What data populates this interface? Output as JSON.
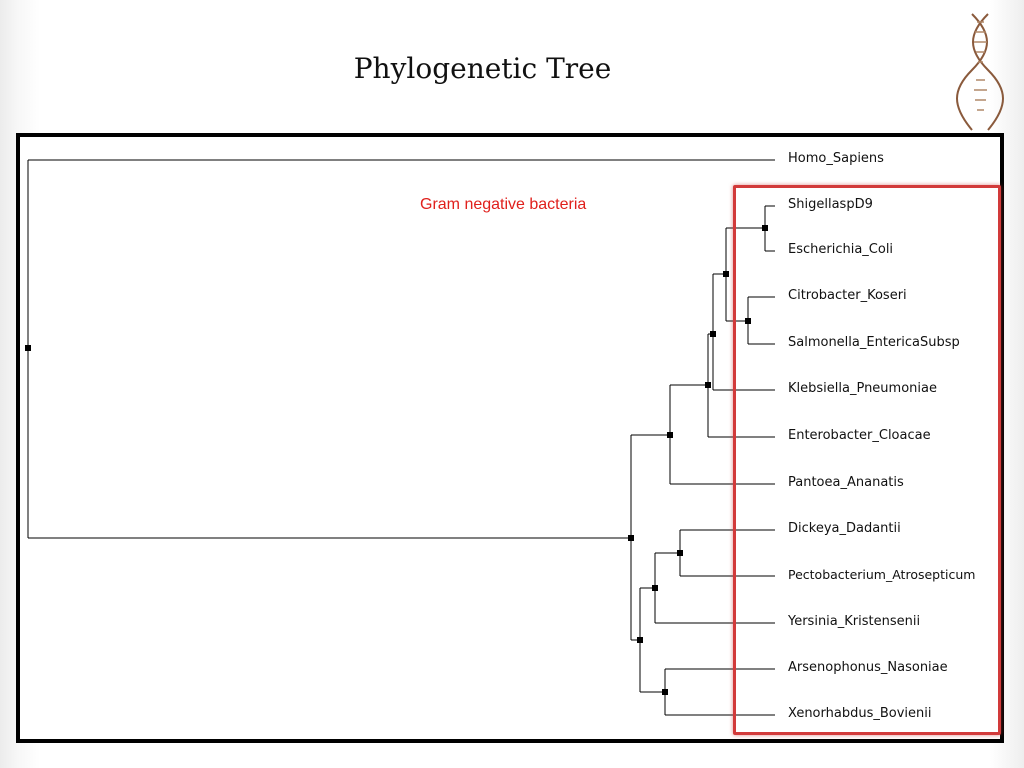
{
  "slide": {
    "title": "Phylogenetic Tree",
    "annotation": "Gram negative bacteria",
    "annotation_color": "#e0201c",
    "highlight_color": "#d23a3a",
    "logo_icon": "dna-helix-icon"
  },
  "tree": {
    "leaves": [
      "Homo_Sapiens",
      "ShigellaspD9",
      "Escherichia_Coli",
      "Citrobacter_Koseri",
      "Salmonella_EntericaSubsp",
      "Klebsiella_Pneumoniae",
      "Enterobacter_Cloacae",
      "Pantoea_Ananatis",
      "Dickeya_Dadantii",
      "Pectobacterium_Atrosepticum",
      "Yersinia_Kristensenii",
      "Arsenophonus_Nasoniae",
      "Xenorhabdus_Bovienii"
    ]
  }
}
